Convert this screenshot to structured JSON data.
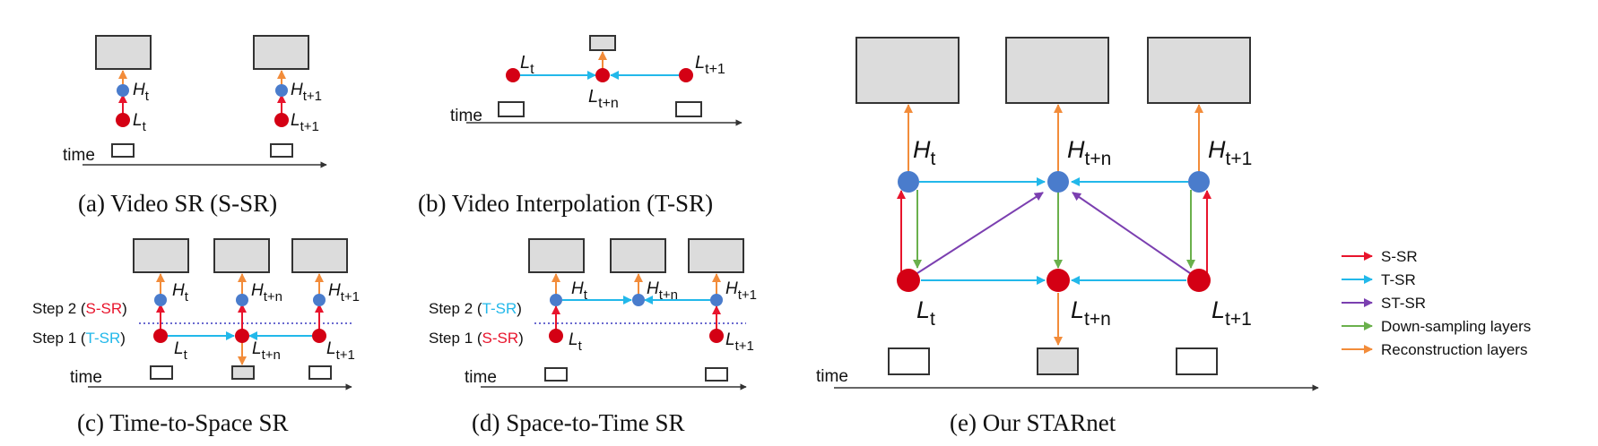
{
  "colors": {
    "s_sr": "#e8142c",
    "t_sr": "#22b8ea",
    "st_sr": "#7b3fb0",
    "down": "#6ab04c",
    "recon": "#f28c3a",
    "low_node": "#d40014",
    "high_node": "#4a7ccc",
    "frame_fill": "#dcdcdc"
  },
  "common": {
    "time_label": "time",
    "L": "L",
    "H": "H",
    "sub_t": "t",
    "sub_t1": "t+1",
    "sub_tn": "t+n"
  },
  "panels": {
    "a": {
      "caption": "(a) Video SR (S-SR)"
    },
    "b": {
      "caption": "(b) Video Interpolation (T-SR)"
    },
    "c": {
      "caption": "(c) Time-to-Space SR",
      "step2": "Step 2 (",
      "step2_tag": "S-SR",
      "step1": "Step 1 (",
      "step1_tag": "T-SR",
      "close": ")"
    },
    "d": {
      "caption": "(d) Space-to-Time SR",
      "step2": "Step 2 (",
      "step2_tag": "T-SR",
      "step1": "Step 1 (",
      "step1_tag": "S-SR",
      "close": ")"
    },
    "e": {
      "caption": "(e) Our STARnet"
    }
  },
  "legend": [
    {
      "label": "S-SR",
      "color_key": "s_sr"
    },
    {
      "label": "T-SR",
      "color_key": "t_sr"
    },
    {
      "label": "ST-SR",
      "color_key": "st_sr"
    },
    {
      "label": "Down-sampling layers",
      "color_key": "down"
    },
    {
      "label": "Reconstruction layers",
      "color_key": "recon"
    }
  ]
}
